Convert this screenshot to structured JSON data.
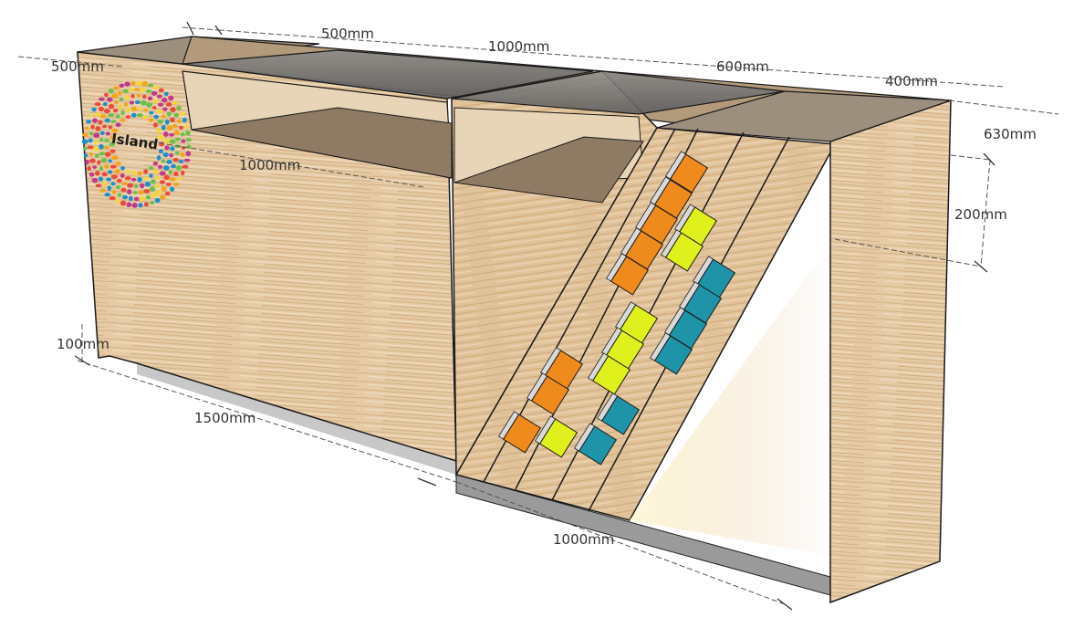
{
  "logo": {
    "text": "Island",
    "colors": [
      "#e94b3c",
      "#f2a51a",
      "#6cc04a",
      "#1e90c9",
      "#c23b8a",
      "#f5d63a"
    ]
  },
  "dimensions": {
    "top_left_depth": "500mm",
    "top_left_width": "500mm",
    "top_middle_width": "1000mm",
    "top_right_width": "600mm",
    "top_far_right_width": "400mm",
    "right_depth": "630mm",
    "right_height": "200mm",
    "inner_shelf_width": "1000mm",
    "base_left_width": "1500mm",
    "base_right_width": "1000mm",
    "plinth_height": "100mm"
  },
  "colors": {
    "wood": "#e3c8a2",
    "wood_dark": "#c9a57a",
    "glass": "#6e6e6e",
    "orange": "#ef8a1c",
    "lime": "#dff01c",
    "teal": "#1f93a8",
    "plinth": "#9a9a9a"
  }
}
